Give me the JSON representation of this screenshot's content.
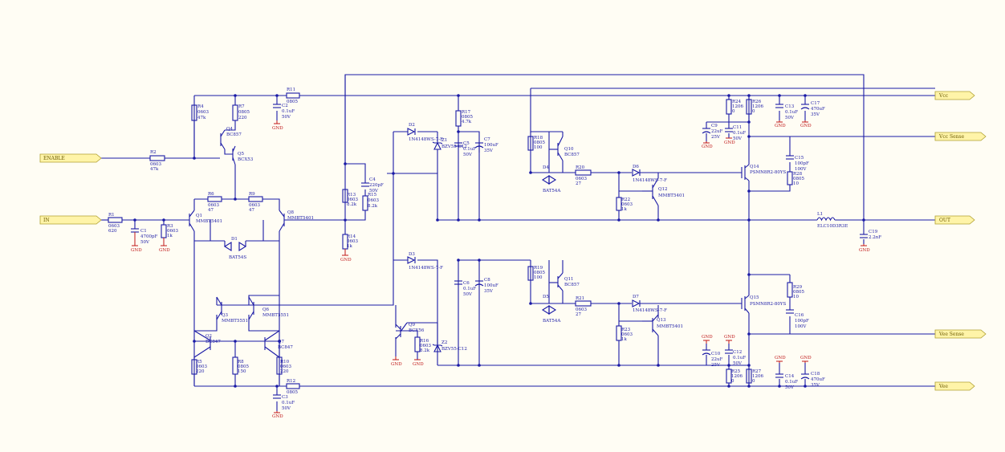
{
  "ports": {
    "enable": "ENABLE",
    "in": "IN",
    "vcc": "Vcc",
    "vcc_sense": "Vcc Sense",
    "out": "OUT",
    "vee_sense": "Vee Sense",
    "vee": "Vee"
  },
  "gnd": "GND",
  "parts": {
    "R11": {
      "ref": "R11",
      "v1": "0805"
    },
    "R12": {
      "ref": "R12",
      "v1": "0805"
    },
    "R4": {
      "ref": "R4",
      "v1": "0603",
      "v2": "47k"
    },
    "R7": {
      "ref": "R7",
      "v1": "0805",
      "v2": "220"
    },
    "C2": {
      "ref": "C2",
      "v1": "0.1uF",
      "v2": "50V"
    },
    "Q4": {
      "ref": "Q4",
      "v1": "BC857"
    },
    "Q5": {
      "ref": "Q5",
      "v1": "BCX53"
    },
    "R2": {
      "ref": "R2",
      "v1": "0603",
      "v2": "47k"
    },
    "R6": {
      "ref": "R6",
      "v1": "0603",
      "v2": "47"
    },
    "R9": {
      "ref": "R9",
      "v1": "0603",
      "v2": "47"
    },
    "R1": {
      "ref": "R1",
      "v1": "0603",
      "v2": "620"
    },
    "C1": {
      "ref": "C1",
      "v1": "4700pF",
      "v2": "50V"
    },
    "R3": {
      "ref": "R3",
      "v1": "0603",
      "v2": "1k"
    },
    "Q1": {
      "ref": "Q1",
      "v1": "MMBT5401"
    },
    "Q8": {
      "ref": "Q8",
      "v1": "MMBT5401"
    },
    "D1": {
      "ref": "D1",
      "v1": "BAT54S"
    },
    "R13": {
      "ref": "R13",
      "v1": "0603",
      "v2": "8.2k"
    },
    "R15": {
      "ref": "R15",
      "v1": "0603",
      "v2": "8.2k"
    },
    "C4": {
      "ref": "C4",
      "v1": "220pF",
      "v2": "50V"
    },
    "R14": {
      "ref": "R14",
      "v1": "0603",
      "v2": "1k"
    },
    "Q3": {
      "ref": "Q3",
      "v1": "MMBT5551"
    },
    "Q6": {
      "ref": "Q6",
      "v1": "MMBT5551"
    },
    "Q2": {
      "ref": "Q2",
      "v1": "BC847"
    },
    "Q7": {
      "ref": "Q7",
      "v1": "BC847"
    },
    "R5": {
      "ref": "R5",
      "v1": "0603",
      "v2": "220"
    },
    "R8": {
      "ref": "R8",
      "v1": "0805",
      "v2": "150"
    },
    "R10": {
      "ref": "R10",
      "v1": "0603",
      "v2": "220"
    },
    "C3": {
      "ref": "C3",
      "v1": "0.1uF",
      "v2": "50V"
    },
    "D2": {
      "ref": "D2",
      "v1": "1N4148WS-7-F"
    },
    "Z1": {
      "ref": "Z1",
      "v1": "BZV55-C12"
    },
    "R17": {
      "ref": "R17",
      "v1": "0805",
      "v2": "4.7k"
    },
    "C5": {
      "ref": "C5",
      "v1": "0.1uF",
      "v2": "50V"
    },
    "C7": {
      "ref": "C7",
      "v1": "100uF",
      "v2": "35V"
    },
    "R18": {
      "ref": "R18",
      "v1": "0805",
      "v2": "100"
    },
    "Q10": {
      "ref": "Q10",
      "v1": "BC857"
    },
    "D4": {
      "ref": "D4",
      "v1": "BAT54A"
    },
    "R20": {
      "ref": "R20",
      "v1": "0603",
      "v2": "27"
    },
    "D6": {
      "ref": "D6",
      "v1": "1N4148WS-7-F"
    },
    "R22": {
      "ref": "R22",
      "v1": "0603",
      "v2": "1k"
    },
    "Q12": {
      "ref": "Q12",
      "v1": "MMBT5401"
    },
    "D3": {
      "ref": "D3",
      "v1": "1N4148WS-7-F"
    },
    "C6": {
      "ref": "C6",
      "v1": "0.1uF",
      "v2": "50V"
    },
    "C8": {
      "ref": "C8",
      "v1": "100uF",
      "v2": "35V"
    },
    "R19": {
      "ref": "R19",
      "v1": "0805",
      "v2": "100"
    },
    "Q11": {
      "ref": "Q11",
      "v1": "BC857"
    },
    "D5": {
      "ref": "D5",
      "v1": "BAT54A"
    },
    "R21": {
      "ref": "R21",
      "v1": "0603",
      "v2": "27"
    },
    "D7": {
      "ref": "D7",
      "v1": "1N4148WS-7-F"
    },
    "R23": {
      "ref": "R23",
      "v1": "0603",
      "v2": "1k"
    },
    "Q13": {
      "ref": "Q13",
      "v1": "MMBT5401"
    },
    "Q9": {
      "ref": "Q9",
      "v1": "BCX56"
    },
    "R16": {
      "ref": "R16",
      "v1": "0603",
      "v2": "8.2k"
    },
    "Z2": {
      "ref": "Z2",
      "v1": "BZV55-C12"
    },
    "R24": {
      "ref": "R24",
      "v1": "1206",
      "v2": "0"
    },
    "R26": {
      "ref": "R26",
      "v1": "1206",
      "v2": "0"
    },
    "C9": {
      "ref": "C9",
      "v1": "22uF",
      "v2": "25V"
    },
    "C11": {
      "ref": "C11",
      "v1": "0.1uF",
      "v2": "50V"
    },
    "C13": {
      "ref": "C13",
      "v1": "0.1uF",
      "v2": "50V"
    },
    "C17": {
      "ref": "C17",
      "v1": "470uF",
      "v2": "35V"
    },
    "Q14": {
      "ref": "Q14",
      "v1": "PSMN8R2-80YS"
    },
    "C15": {
      "ref": "C15",
      "v1": "100pF",
      "v2": "100V"
    },
    "R28": {
      "ref": "R28",
      "v1": "0805",
      "v2": "10"
    },
    "L1": {
      "ref": "L1",
      "v1": "ELC10D3R3E"
    },
    "C19": {
      "ref": "C19",
      "v1": "2.2nF"
    },
    "Q15": {
      "ref": "Q15",
      "v1": "PSMN8R2-80YS"
    },
    "R29": {
      "ref": "R29",
      "v1": "0805",
      "v2": "10"
    },
    "C16": {
      "ref": "C16",
      "v1": "100pF",
      "v2": "100V"
    },
    "C10": {
      "ref": "C10",
      "v1": "22uF",
      "v2": "25V"
    },
    "C12": {
      "ref": "C12",
      "v1": "0.1uF",
      "v2": "50V"
    },
    "R25": {
      "ref": "R25",
      "v1": "1206",
      "v2": "0"
    },
    "R27": {
      "ref": "R27",
      "v1": "1206",
      "v2": "0"
    },
    "C14": {
      "ref": "C14",
      "v1": "0.1uF",
      "v2": "50V"
    },
    "C18": {
      "ref": "C18",
      "v1": "470uF",
      "v2": "35V"
    }
  }
}
